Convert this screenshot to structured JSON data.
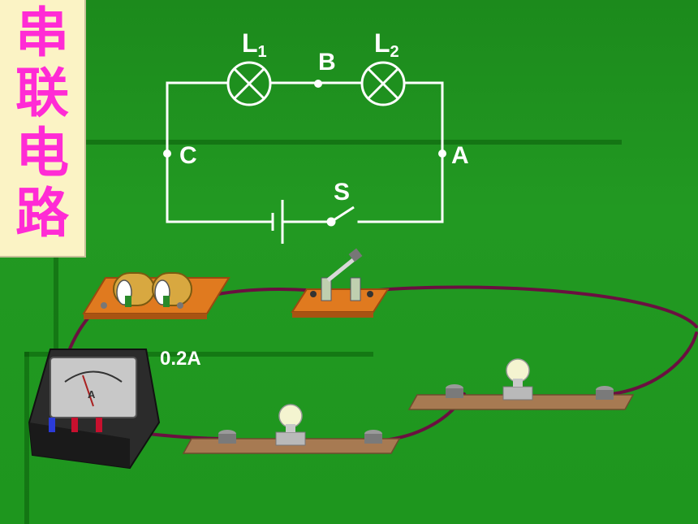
{
  "title_chars": [
    "串",
    "联",
    "电",
    "路"
  ],
  "circuit": {
    "lamp1_label": "L",
    "lamp1_sub": "1",
    "lamp2_label": "L",
    "lamp2_sub": "2",
    "point_b": "B",
    "point_a": "A",
    "point_c": "C",
    "switch_label": "S"
  },
  "ammeter_reading": "0.2A",
  "ammeter_dial_letter": "A",
  "colors": {
    "background": "#1f931f",
    "title_text": "#ff2bd5",
    "title_box": "#fbf3c5",
    "wire": "#6a1040",
    "board": "#e07a1f"
  }
}
